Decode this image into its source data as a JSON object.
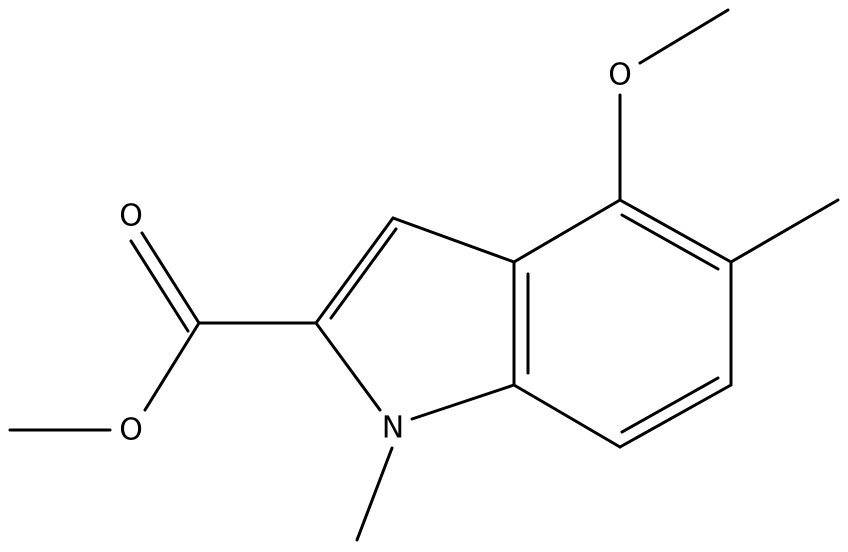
{
  "atoms": {
    "carbonyl_oxygen": "O",
    "ester_oxygen": "O",
    "methoxy_oxygen": "O",
    "ring_nitrogen": "N"
  }
}
